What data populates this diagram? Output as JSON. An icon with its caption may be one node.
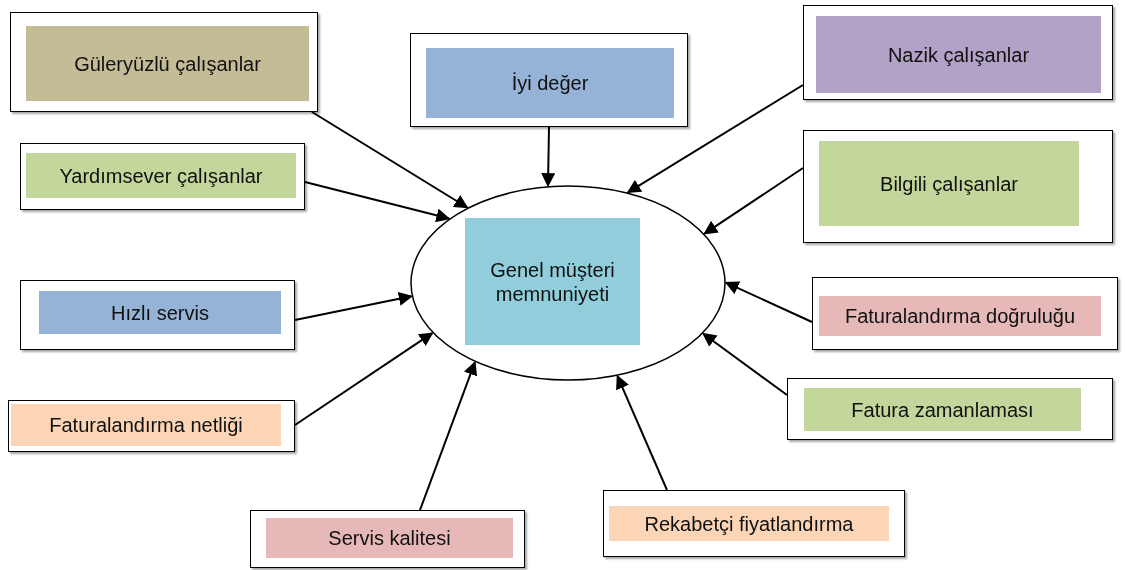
{
  "diagram": {
    "nodes": [
      {
        "text": [],
        "shape": "ellipse"
      },
      {
        "text": [
          "Genel müşteri memnuniyeti"
        ],
        "in": 0
      },
      {
        "text": [
          "Güleryüzlü çalışanlar"
        ]
      },
      {
        "text": [
          "İyi değer"
        ]
      },
      {
        "text": [
          "Nazik çalışanlar"
        ]
      },
      {
        "text": [
          "Yardımsever çalışanlar"
        ]
      },
      {
        "text": [
          "Bilgili çalışanlar"
        ]
      },
      {
        "text": [
          "Hızlı servis"
        ]
      },
      {
        "text": [
          "Faturalandırma doğruluğu"
        ]
      },
      {
        "text": [
          "Faturalandırma netliği"
        ]
      },
      {
        "text": [
          "Fatura zamanlaması"
        ]
      },
      {
        "text": [
          "Servis kalitesi"
        ]
      },
      {
        "text": [
          "Rekabetçi fiyatlandırma"
        ]
      }
    ],
    "edges": [
      {
        "from": 2,
        "to": 0,
        "arrow": "to"
      },
      {
        "from": 3,
        "to": 0,
        "arrow": "to"
      },
      {
        "from": 4,
        "to": 0,
        "arrow": "to"
      },
      {
        "from": 5,
        "to": 0,
        "arrow": "to"
      },
      {
        "from": 6,
        "to": 0,
        "arrow": "to"
      },
      {
        "from": 7,
        "to": 0,
        "arrow": "to"
      },
      {
        "from": 8,
        "to": 0,
        "arrow": "to"
      },
      {
        "from": 9,
        "to": 0,
        "arrow": "to"
      },
      {
        "from": 10,
        "to": 0,
        "arrow": "to"
      },
      {
        "from": 11,
        "to": 0,
        "arrow": "to"
      },
      {
        "from": 12,
        "to": 0,
        "arrow": "to"
      }
    ]
  }
}
